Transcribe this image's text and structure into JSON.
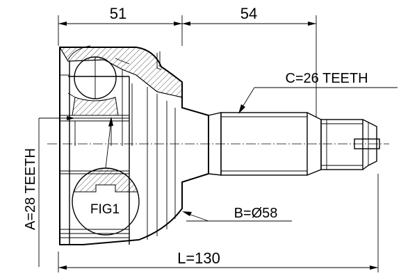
{
  "dimensions": {
    "housing_length": "51",
    "shaft_length": "54",
    "overall_length": "L=130"
  },
  "callouts": {
    "teeth_a": "A=28 TEETH",
    "teeth_c": "C=26 TEETH",
    "diameter_b": "B=Ø58"
  },
  "figure_label": "FIG1"
}
